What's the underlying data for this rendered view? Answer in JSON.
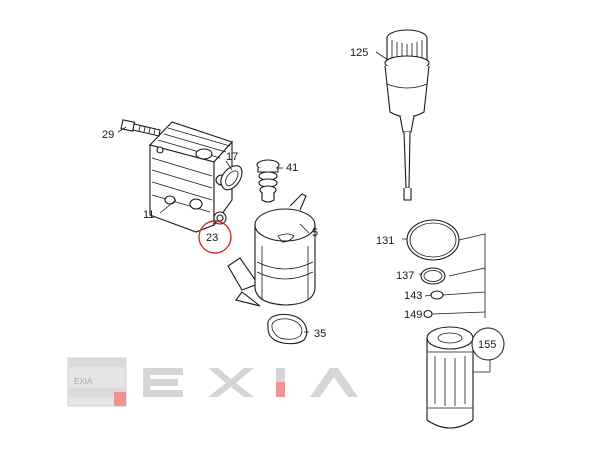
{
  "callouts": {
    "c125": "125",
    "c29": "29",
    "c17": "17",
    "c41": "41",
    "c11": "11",
    "c23": "23",
    "c5": "5",
    "c131": "131",
    "c137": "137",
    "c143": "143",
    "c149": "149",
    "c155": "155",
    "c35": "35"
  },
  "highlighted_part": "23",
  "watermark": {
    "logo_text": "EXIA",
    "wordmark": "EXIA",
    "accent_color": "#e23a3a",
    "gray_color": "#b4b4b4"
  },
  "colors": {
    "line": "#1a1a1a",
    "highlight_circle": "#d42a2a",
    "background": "#ffffff"
  }
}
